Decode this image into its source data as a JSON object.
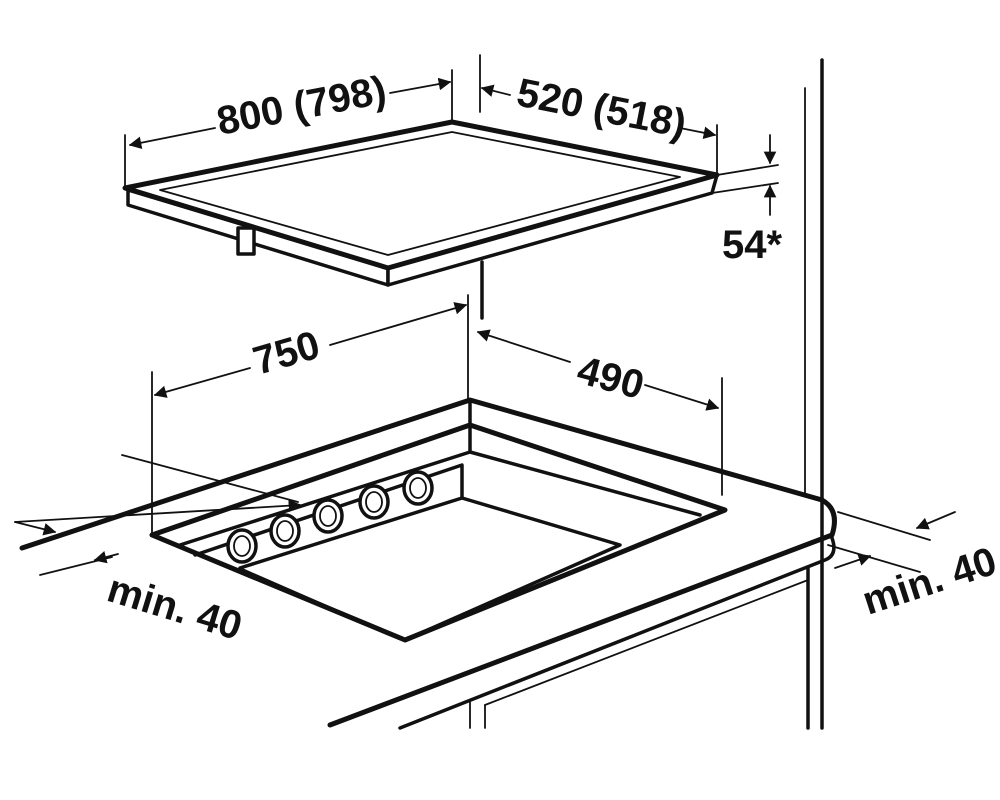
{
  "diagram": {
    "hob": {
      "width_label": "800 (798)",
      "depth_label": "520 (518)",
      "height_label": "54*"
    },
    "cutout": {
      "width_label": "750",
      "depth_label": "490"
    },
    "clearances": {
      "front_label": "min. 40",
      "side_label": "min. 40"
    }
  }
}
